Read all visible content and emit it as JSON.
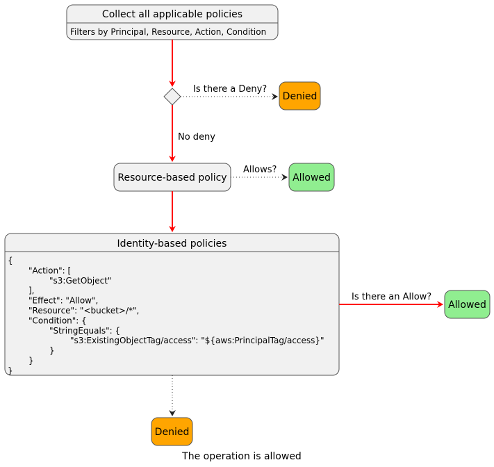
{
  "nodes": {
    "collect": {
      "title": "Collect all applicable policies",
      "description": "Filters by Principal, Resource, Action, Condition"
    },
    "denied_top": {
      "label": "Denied"
    },
    "resource_policy": {
      "label": "Resource-based policy"
    },
    "allowed_resource": {
      "label": "Allowed"
    },
    "identity_policies": {
      "title": "Identity-based policies",
      "code_lines": [
        "{",
        "\t\"Action\": [",
        "\t\t\"s3:GetObject\"",
        "\t],",
        "\t\"Effect\": \"Allow\",",
        "\t\"Resource\": \"<bucket>/*\",",
        "\t\"Condition\": {",
        "\t\t\"StringEquals\": {",
        "\t\t\t\"s3:ExistingObjectTag/access\": \"${aws:PrincipalTag/access}\"",
        "\t\t}",
        "\t}",
        "}"
      ]
    },
    "allowed_identity": {
      "label": "Allowed"
    },
    "denied_bottom": {
      "label": "Denied"
    }
  },
  "edge_labels": {
    "deny_check": "Is there a Deny?",
    "no_deny": "No deny",
    "allows": "Allows?",
    "allow_check": "Is there an Allow?"
  },
  "footer": "The operation is allowed",
  "colors": {
    "node_fill": "#f1f1f1",
    "node_border": "#555555",
    "denied_fill": "#ffa500",
    "allowed_fill": "#90ee90",
    "arrow_red": "#ff0000",
    "arrow_dotted": "#333333"
  }
}
